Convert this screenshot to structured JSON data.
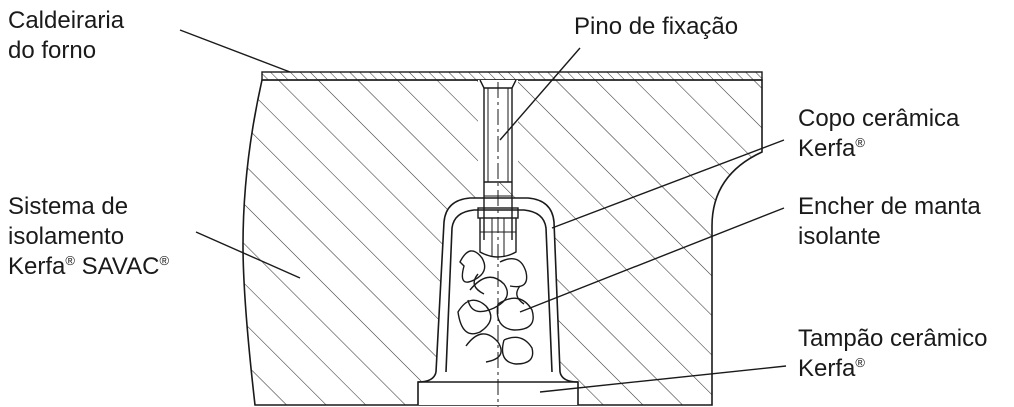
{
  "labels": {
    "furnace_shell": {
      "line1": "Caldeiraria",
      "line2": "do forno"
    },
    "fixing_pin": "Pino de fixação",
    "ceramic_cup": {
      "line1": "Copo cerâmica",
      "line2_text": "Kerfa",
      "line2_mark": "®"
    },
    "insulation_system": {
      "line1": "Sistema de",
      "line2": "isolamento",
      "line3_a": "Kerfa",
      "line3_mark_a": "®",
      "line3_b": " SAVAC",
      "line3_mark_b": "®"
    },
    "blanket_fill": {
      "line1": "Encher de manta",
      "line2": "isolante"
    },
    "ceramic_plug": {
      "line1": "Tampão cerâmico",
      "line2_text": "Kerfa",
      "line2_mark": "®"
    }
  },
  "colors": {
    "ink": "#1a1a1a",
    "background": "#ffffff"
  }
}
